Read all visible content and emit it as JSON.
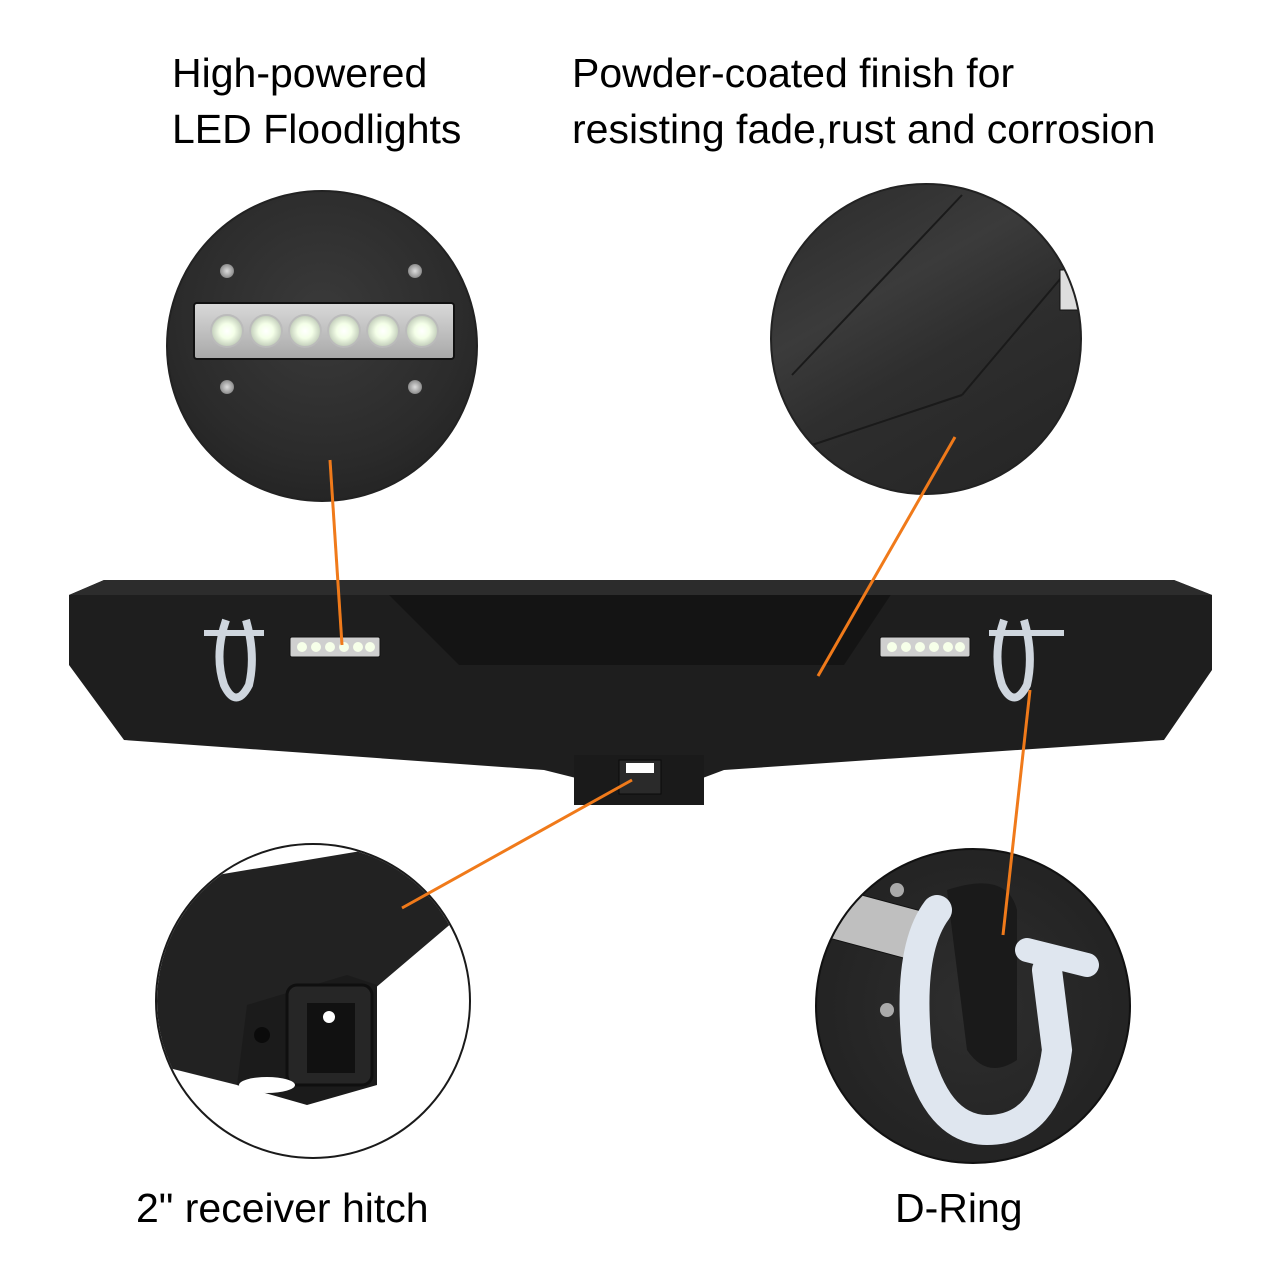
{
  "callouts": {
    "led_floodlights": {
      "line1": "High-powered",
      "line2": "LED Floodlights"
    },
    "powder_coated": {
      "line1": "Powder-coated finish for",
      "line2": "resisting fade,rust and corrosion"
    },
    "receiver_hitch": {
      "label": "2\" receiver hitch"
    },
    "d_ring": {
      "label": "D-Ring"
    }
  },
  "product": {
    "name": "rear bumper",
    "features": [
      "LED floodlights",
      "powder-coated finish",
      "2\" receiver hitch",
      "D-Ring shackles"
    ],
    "led_count_per_light": 6
  },
  "colors": {
    "leader_line": "#f07a1a",
    "bumper": "#1e1e1e",
    "background": "#ffffff",
    "text": "#000000"
  }
}
